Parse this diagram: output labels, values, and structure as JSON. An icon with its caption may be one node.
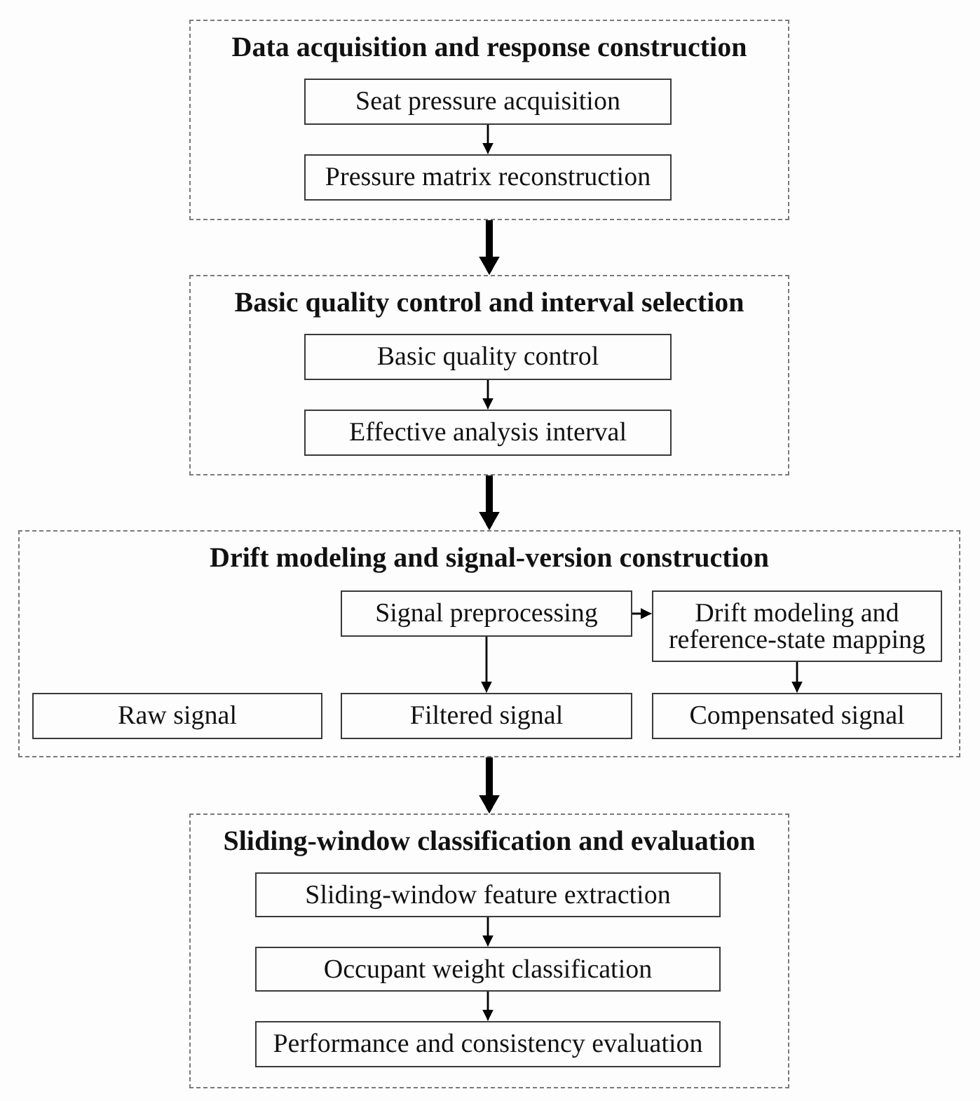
{
  "diagram": {
    "nodes": [
      {
        "text": [
          "Data acquisition and response construction"
        ]
      },
      {
        "text": [
          "Seat pressure acquisition"
        ],
        "in": 0
      },
      {
        "text": [
          "Pressure matrix reconstruction"
        ],
        "in": 0
      },
      {
        "text": [
          "Basic quality control and interval selection"
        ]
      },
      {
        "text": [
          "Basic quality control"
        ],
        "in": 3
      },
      {
        "text": [
          "Effective analysis interval"
        ],
        "in": 3
      },
      {
        "text": [
          "Drift modeling and signal-version construction"
        ]
      },
      {
        "text": [
          "Signal preprocessing"
        ],
        "in": 6
      },
      {
        "text": [
          "Drift modeling and reference-state mapping"
        ],
        "in": 6
      },
      {
        "text": [
          "Raw signal"
        ],
        "in": 6
      },
      {
        "text": [
          "Filtered signal"
        ],
        "in": 6
      },
      {
        "text": [
          "Compensated signal"
        ],
        "in": 6
      },
      {
        "text": [
          "Sliding-window classification and evaluation"
        ]
      },
      {
        "text": [
          "Sliding-window feature extraction"
        ],
        "in": 12
      },
      {
        "text": [
          "Occupant weight classification"
        ],
        "in": 12
      },
      {
        "text": [
          "Performance and consistency evaluation"
        ],
        "in": 12
      }
    ],
    "edges": [
      {
        "from": 1,
        "to": 2,
        "arrow": "to"
      },
      {
        "from": 0,
        "to": 3,
        "arrow": "to",
        "style": "thick"
      },
      {
        "from": 4,
        "to": 5,
        "arrow": "to"
      },
      {
        "from": 3,
        "to": 6,
        "arrow": "to",
        "style": "thick"
      },
      {
        "from": 7,
        "to": 8,
        "arrow": "to"
      },
      {
        "from": 7,
        "to": 10,
        "arrow": "to"
      },
      {
        "from": 8,
        "to": 11,
        "arrow": "to"
      },
      {
        "from": 6,
        "to": 12,
        "arrow": "to",
        "style": "thick"
      },
      {
        "from": 13,
        "to": 14,
        "arrow": "to"
      },
      {
        "from": 14,
        "to": 15,
        "arrow": "to"
      }
    ]
  }
}
